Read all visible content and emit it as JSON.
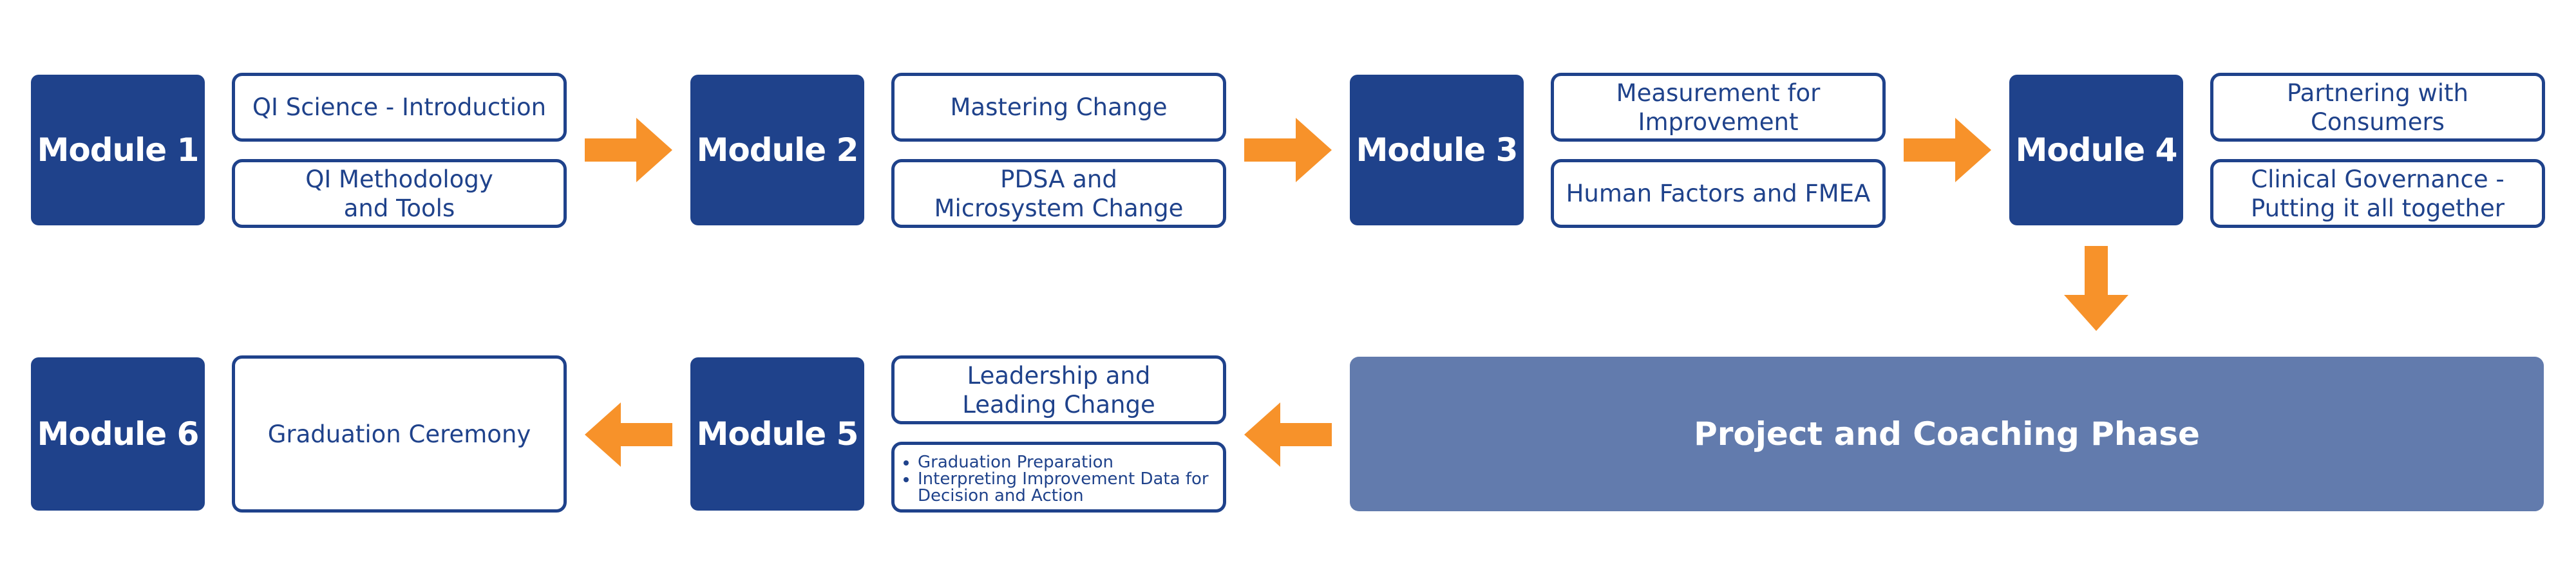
{
  "colors": {
    "module_fill": "#1f428b",
    "phase_fill": "#627bad",
    "arrow": "#f7922a",
    "topic_text": "#1f428b"
  },
  "modules": [
    {
      "label": "Module 1",
      "topics": [
        "QI Science - Introduction",
        "QI Methodology\nand Tools"
      ]
    },
    {
      "label": "Module 2",
      "topics": [
        "Mastering Change",
        "PDSA and\nMicrosystem Change"
      ]
    },
    {
      "label": "Module 3",
      "topics": [
        "Measurement for\nImprovement",
        "Human Factors and FMEA"
      ]
    },
    {
      "label": "Module 4",
      "topics": [
        "Partnering with\nConsumers",
        "Clinical Governance -\nPutting it all together"
      ]
    },
    {
      "label": "Module 5",
      "topics": [
        "Leadership and\nLeading Change"
      ],
      "bullets": [
        "Graduation Preparation",
        "Interpreting Improvement Data for Decision and Action"
      ]
    },
    {
      "label": "Module 6",
      "topics": [
        "Graduation Ceremony"
      ]
    }
  ],
  "phase": {
    "label": "Project and Coaching Phase"
  }
}
